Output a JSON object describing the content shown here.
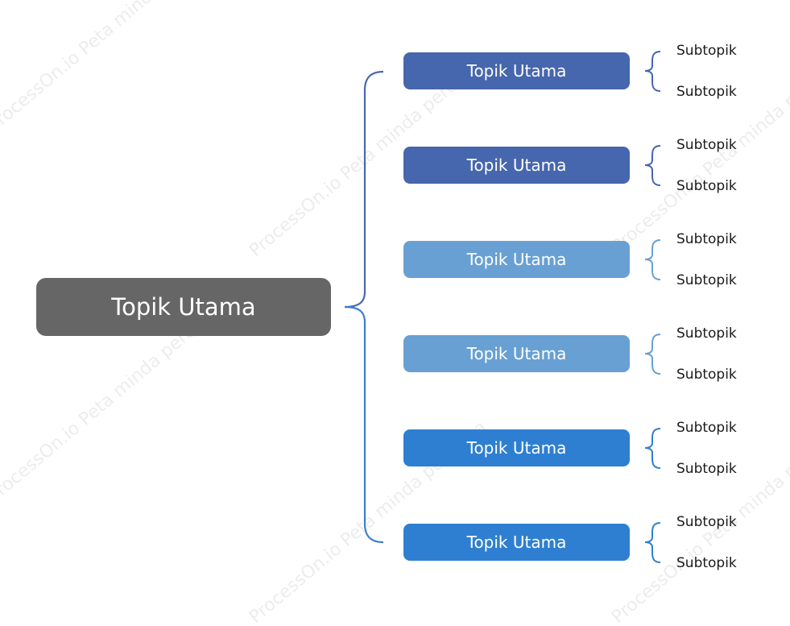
{
  "root": {
    "label": "Topik Utama",
    "color": "#666666"
  },
  "main_topics": [
    {
      "label": "Topik Utama",
      "color": "#4666ae",
      "subtopics": [
        "Subtopik",
        "Subtopik"
      ]
    },
    {
      "label": "Topik Utama",
      "color": "#4666ae",
      "subtopics": [
        "Subtopik",
        "Subtopik"
      ]
    },
    {
      "label": "Topik Utama",
      "color": "#68a0d3",
      "subtopics": [
        "Subtopik",
        "Subtopik"
      ]
    },
    {
      "label": "Topik Utama",
      "color": "#68a0d3",
      "subtopics": [
        "Subtopik",
        "Subtopik"
      ]
    },
    {
      "label": "Topik Utama",
      "color": "#2e7fd1",
      "subtopics": [
        "Subtopik",
        "Subtopik"
      ]
    },
    {
      "label": "Topik Utama",
      "color": "#2e7fd1",
      "subtopics": [
        "Subtopik",
        "Subtopik"
      ]
    }
  ],
  "watermark": "ProcessOn.io Peta minda percuma"
}
